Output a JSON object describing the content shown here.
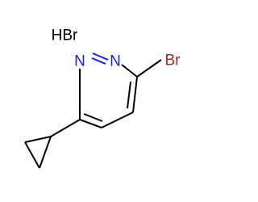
{
  "molecule": {
    "salt": "HBr",
    "atoms": {
      "n1": "N",
      "n2": "N",
      "br": "Br"
    }
  },
  "colors": {
    "bond": "#000000",
    "nitrogen": "#1a1aff",
    "bromine": "#a52a2a",
    "text": "#000000"
  }
}
